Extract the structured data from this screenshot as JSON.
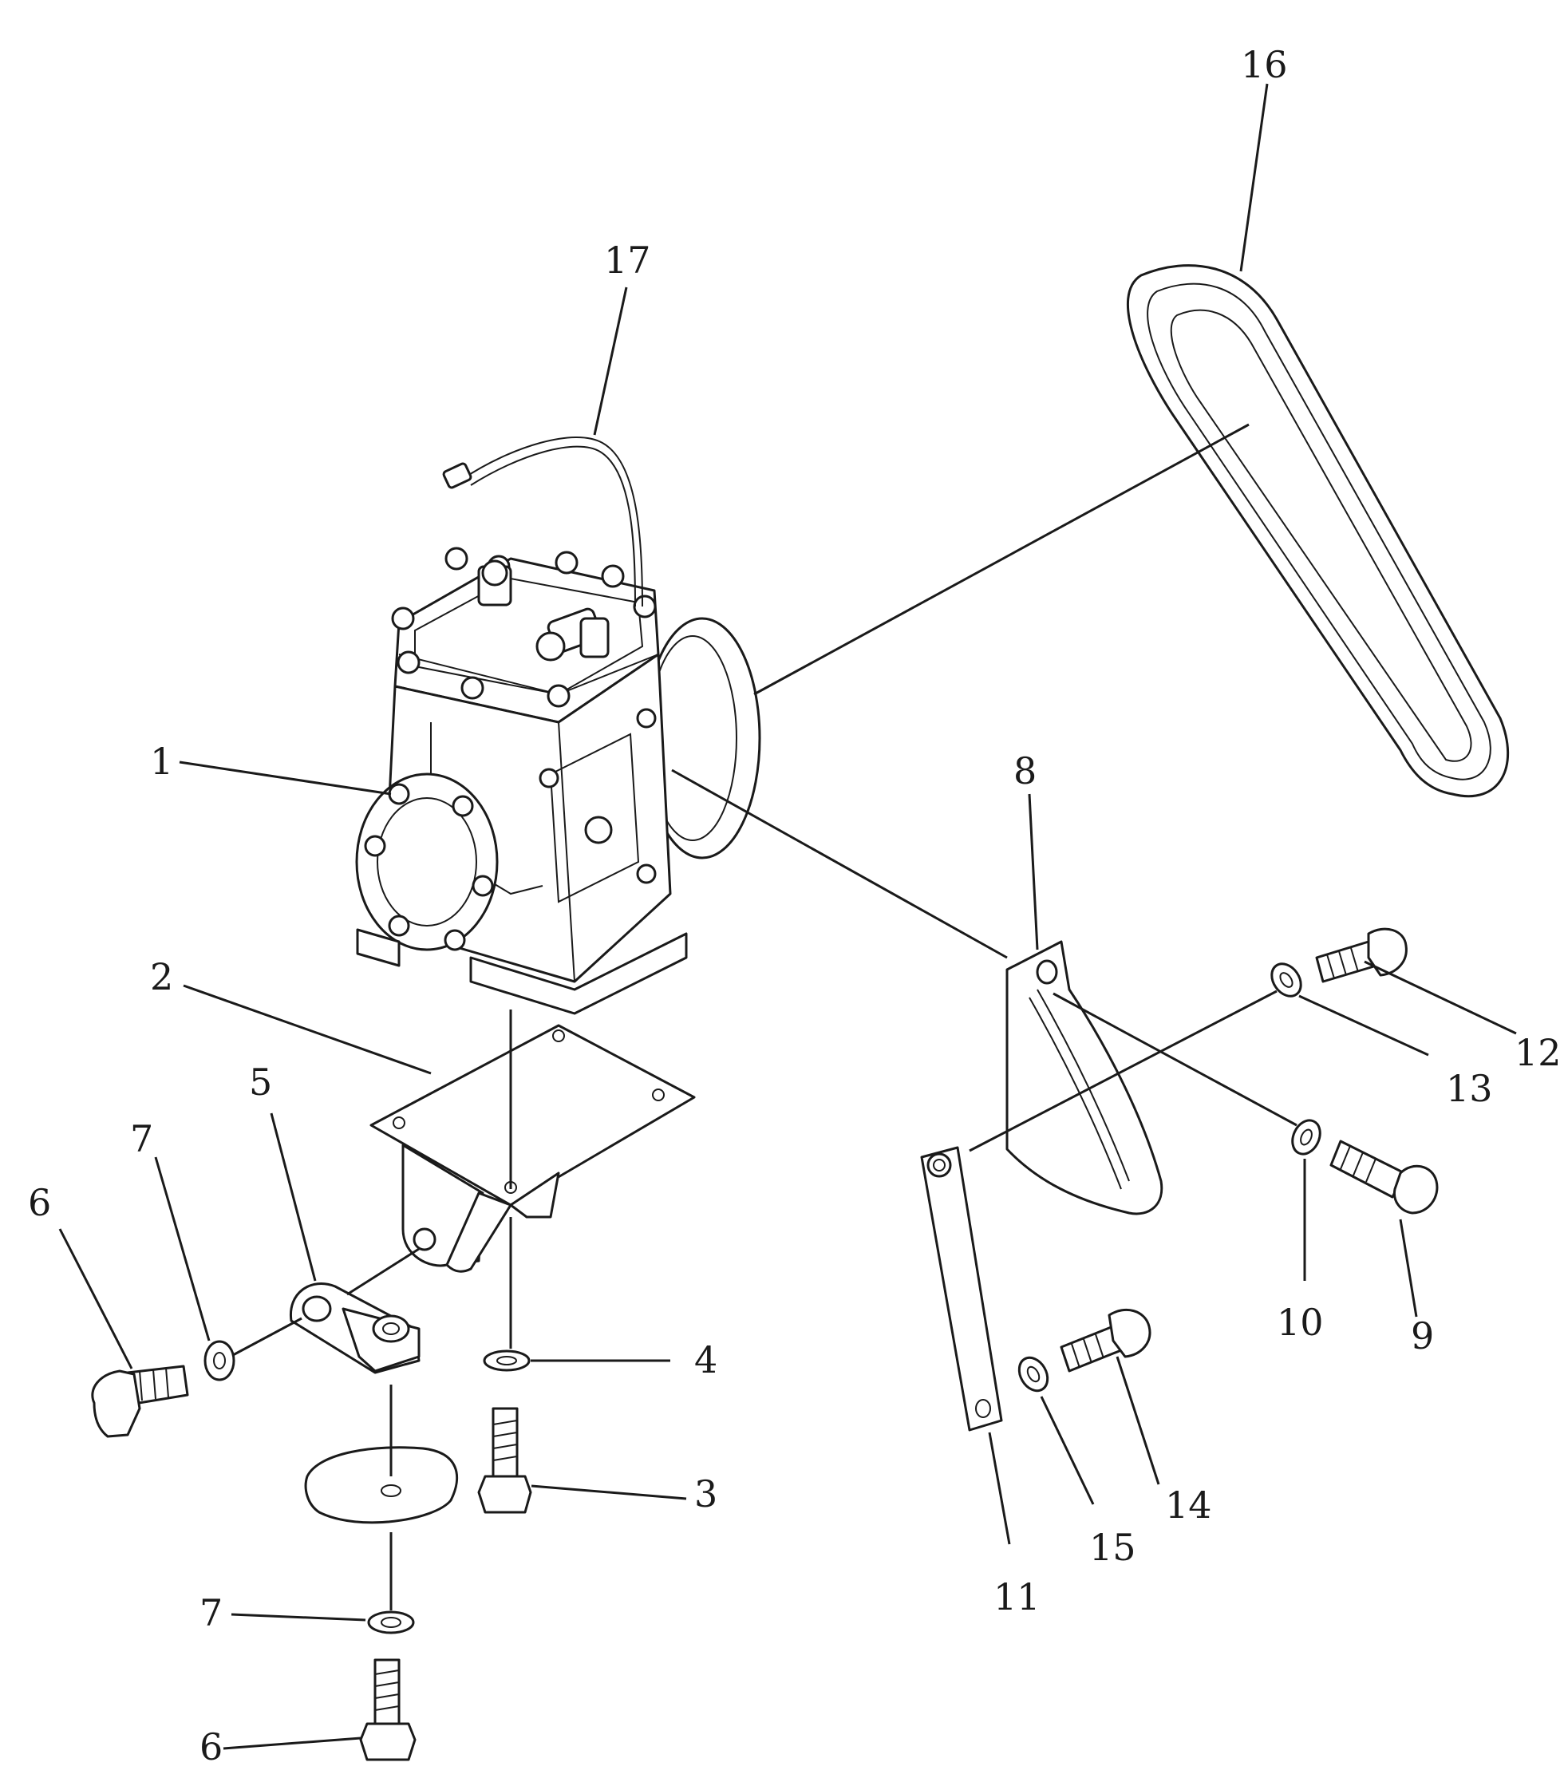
{
  "callouts": {
    "c1": "1",
    "c2": "2",
    "c3": "3",
    "c4": "4",
    "c5": "5",
    "c6a": "6",
    "c6b": "6",
    "c7a": "7",
    "c7b": "7",
    "c8": "8",
    "c9": "9",
    "c10": "10",
    "c11": "11",
    "c12": "12",
    "c13": "13",
    "c14": "14",
    "c15": "15",
    "c16": "16",
    "c17": "17"
  },
  "colors": {
    "ink": "#1a1a1a",
    "paper": "#ffffff"
  }
}
